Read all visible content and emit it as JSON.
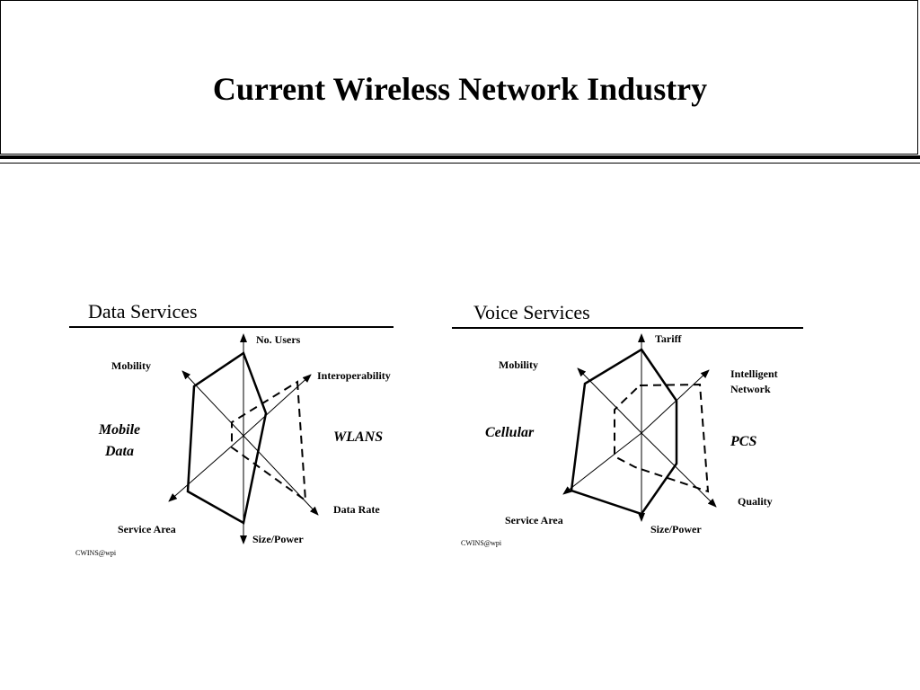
{
  "title": "Current Wireless Network Industry",
  "data_services": {
    "heading": "Data Services",
    "axes": {
      "no_users": "No. Users",
      "interoperability": "Interoperability",
      "data_rate": "Data Rate",
      "size_power": "Size/Power",
      "service_area": "Service Area",
      "mobility": "Mobility"
    },
    "series": {
      "mobile_data_line1": "Mobile",
      "mobile_data_line2": "Data",
      "wlans": "WLANS"
    },
    "credit": "CWINS@wpi"
  },
  "voice_services": {
    "heading": "Voice Services",
    "axes": {
      "tariff": "Tariff",
      "intelligent_network_line1": "Intelligent",
      "intelligent_network_line2": "Network",
      "quality": "Quality",
      "size_power": "Size/Power",
      "service_area": "Service Area",
      "mobility": "Mobility"
    },
    "series": {
      "cellular": "Cellular",
      "pcs": "PCS"
    },
    "credit": "CWINS@wpi"
  }
}
